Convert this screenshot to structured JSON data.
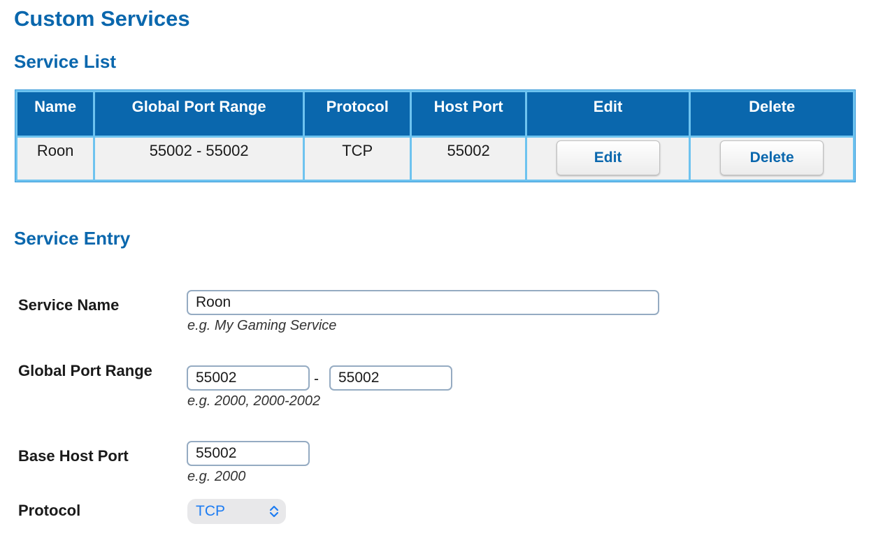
{
  "page": {
    "title": "Custom Services"
  },
  "service_list": {
    "title": "Service List",
    "columns": [
      "Name",
      "Global Port Range",
      "Protocol",
      "Host Port",
      "Edit",
      "Delete"
    ],
    "rows": [
      {
        "name": "Roon",
        "global_port_range": "55002 - 55002",
        "protocol": "TCP",
        "host_port": "55002",
        "edit_label": "Edit",
        "delete_label": "Delete"
      }
    ]
  },
  "service_entry": {
    "title": "Service Entry",
    "service_name": {
      "label": "Service Name",
      "value": "Roon",
      "hint": "e.g. My Gaming Service"
    },
    "global_port_range": {
      "label": "Global Port Range",
      "start_value": "55002",
      "separator": "-",
      "end_value": "55002",
      "hint": "e.g. 2000, 2000-2002"
    },
    "base_host_port": {
      "label": "Base Host Port",
      "value": "55002",
      "hint": "e.g. 2000"
    },
    "protocol": {
      "label": "Protocol",
      "selected": "TCP",
      "icon": "chevron-updown-icon"
    }
  },
  "colors": {
    "accent": "#0a67ad",
    "table_border": "#6ec3ef",
    "select_text": "#1d7cf2"
  }
}
